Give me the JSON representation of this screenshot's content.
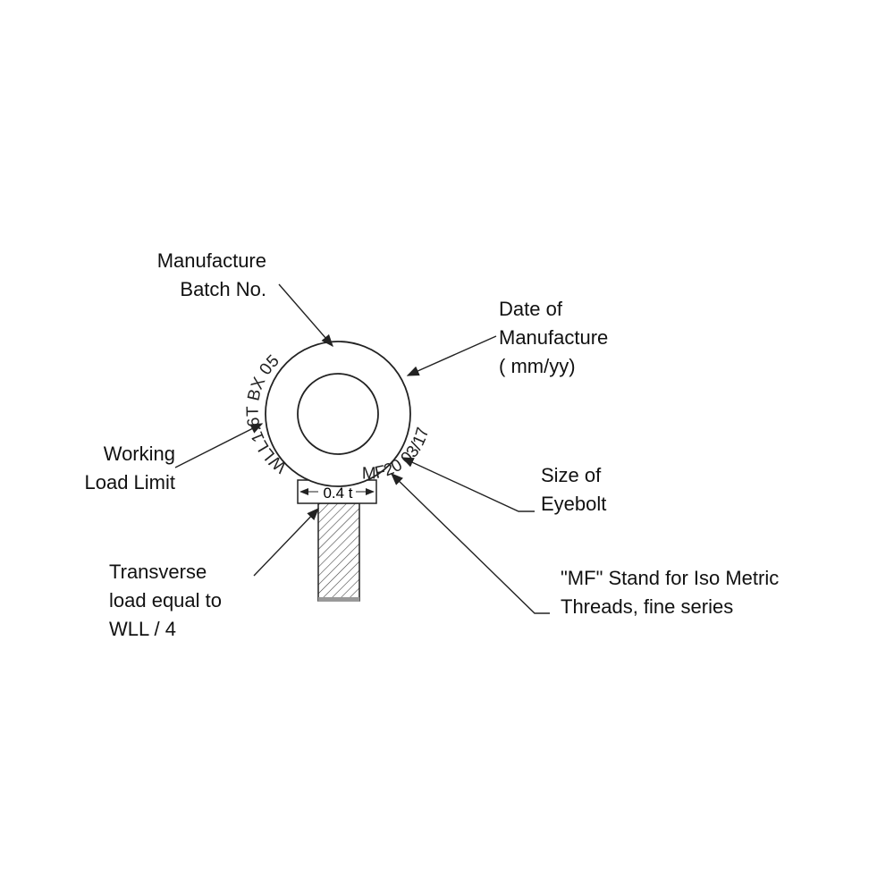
{
  "labels": {
    "batch": [
      "Manufacture",
      "Batch No."
    ],
    "date": [
      "Date of",
      "Manufacture",
      "( mm/yy)"
    ],
    "wll": [
      "Working",
      "Load Limit"
    ],
    "size": [
      "Size of",
      "Eyebolt"
    ],
    "transverse": [
      "Transverse",
      "load equal to",
      "WLL / 4"
    ],
    "mf": [
      "\"MF\" Stand for Iso Metric",
      "Threads, fine series"
    ]
  },
  "stamp": {
    "left_top": "WLL1.6T BX 05",
    "right": "MF20 03/17",
    "collar": "0.4 t"
  },
  "colors": {
    "line": "#222222",
    "ring_fill": "#ffffff"
  }
}
